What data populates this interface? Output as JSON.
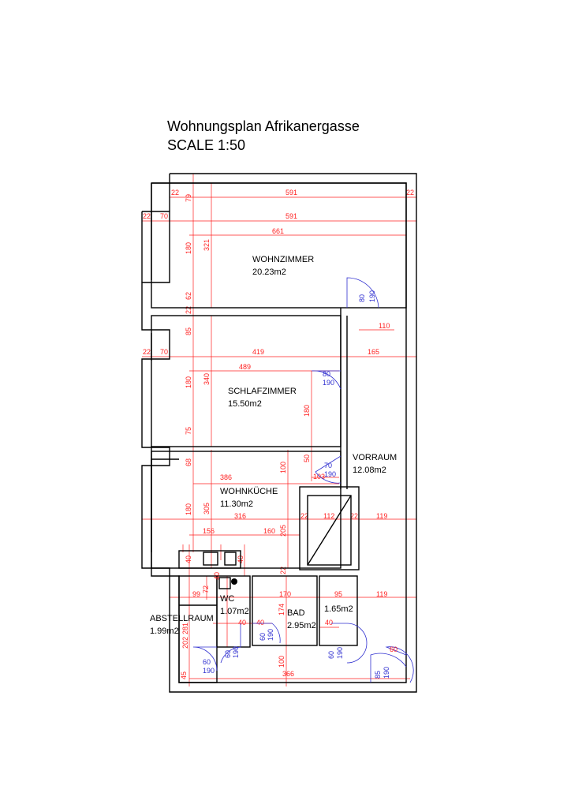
{
  "title": {
    "line1": "Wohnungsplan Afrikanergasse",
    "line2": "SCALE 1:50"
  },
  "rooms": [
    {
      "name": "WOHNZIMMER",
      "area": "20.23m2"
    },
    {
      "name": "SCHLAFZIMMER",
      "area": "15.50m2"
    },
    {
      "name": "VORRAUM",
      "area": "12.08m2"
    },
    {
      "name": "WOHNKÜCHE",
      "area": "11.30m2"
    },
    {
      "name": "WC",
      "area": "1.07m2"
    },
    {
      "name": "BAD",
      "area": "2.95m2"
    },
    {
      "name": "",
      "area": "1.65m2"
    },
    {
      "name": "ABSTELLRAUM",
      "area": "1.99m2"
    }
  ],
  "dimensions": [
    "22",
    "591",
    "22",
    "70",
    "591",
    "661",
    "22",
    "79",
    "321",
    "180",
    "62",
    "22",
    "85",
    "340",
    "180",
    "75",
    "68",
    "305",
    "180",
    "40",
    "72",
    "22",
    "70",
    "419",
    "165",
    "489",
    "180",
    "100",
    "50",
    "103",
    "386",
    "316",
    "22",
    "112",
    "22",
    "119",
    "156",
    "160",
    "205",
    "22",
    "99",
    "170",
    "95",
    "119",
    "281",
    "202",
    "45",
    "174",
    "100",
    "366",
    "110",
    "40",
    "40",
    "40",
    "40"
  ],
  "doors": [
    "80",
    "190",
    "80",
    "190",
    "70",
    "190",
    "60",
    "190",
    "60",
    "190",
    "60",
    "190",
    "60",
    "190",
    "85",
    "190",
    "60",
    "40"
  ],
  "colors": {
    "walls": "#000000",
    "dimensions": "#ff2020",
    "doors": "#3030d0"
  }
}
